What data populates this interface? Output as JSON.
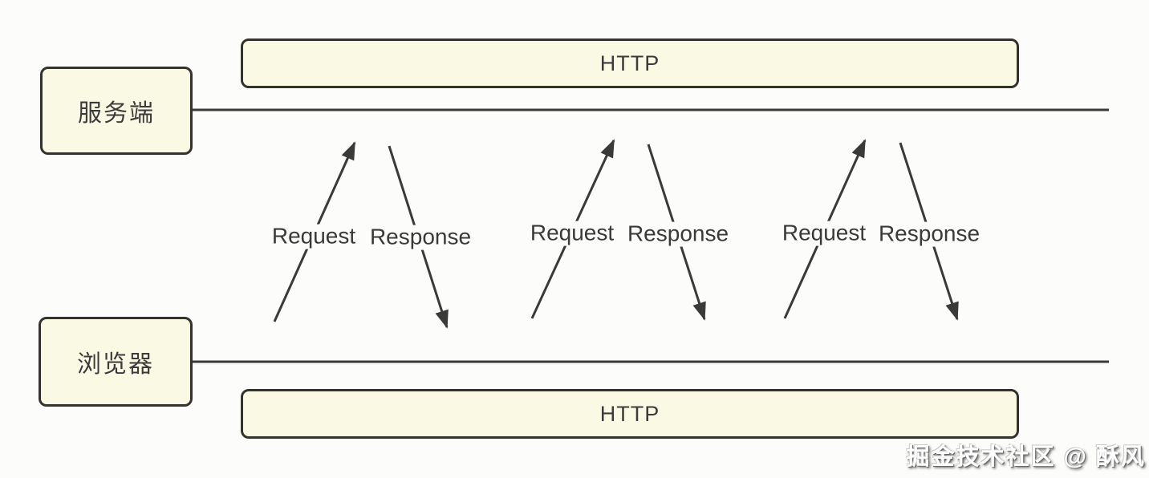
{
  "canvas": {
    "background": "#fcfcfa",
    "stroke_color": "#3a3a3a",
    "node_fill": "#fafae4",
    "node_border": "#34322d"
  },
  "nodes": {
    "server": {
      "label": "服务端"
    },
    "browser": {
      "label": "浏览器"
    },
    "http_top": {
      "label": "HTTP"
    },
    "http_bottom": {
      "label": "HTTP"
    }
  },
  "exchanges": [
    {
      "request_label": "Request",
      "response_label": "Response"
    },
    {
      "request_label": "Request",
      "response_label": "Response"
    },
    {
      "request_label": "Request",
      "response_label": "Response"
    }
  ],
  "watermark": {
    "text": "掘金技术社区 @ 酥风"
  }
}
